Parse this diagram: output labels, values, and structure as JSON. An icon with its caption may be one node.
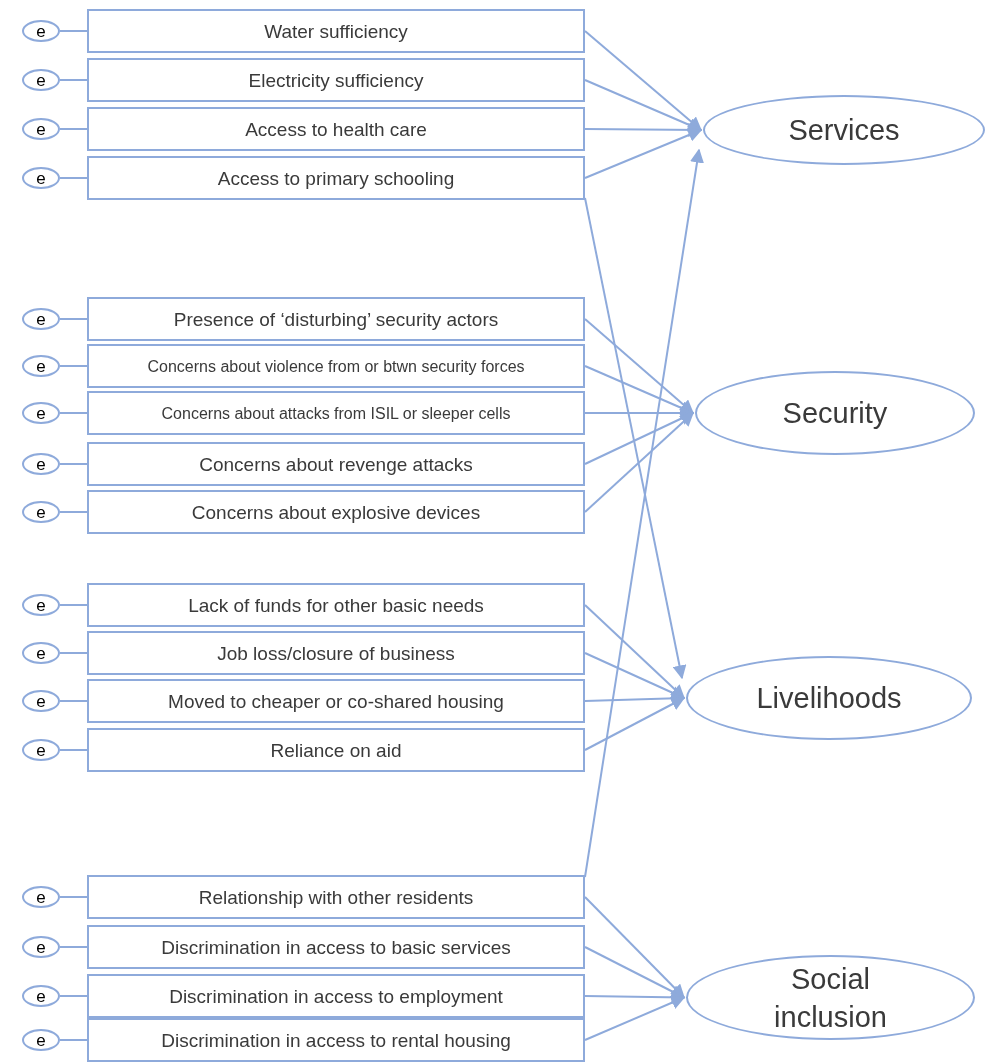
{
  "diagram": {
    "nodes": [
      {
        "text": [
          "Water sufficiency"
        ]
      },
      {
        "text": [
          "Electricity sufficiency"
        ]
      },
      {
        "text": [
          "Access to health care"
        ]
      },
      {
        "text": [
          "Access to primary schooling"
        ]
      },
      {
        "text": [
          "Presence of ‘disturbing’ security actors"
        ]
      },
      {
        "text": [
          "Concerns about violence from or btwn security forces"
        ]
      },
      {
        "text": [
          "Concerns about attacks from ISIL or sleeper cells"
        ]
      },
      {
        "text": [
          "Concerns about revenge attacks"
        ]
      },
      {
        "text": [
          "Concerns about explosive devices"
        ]
      },
      {
        "text": [
          "Lack of funds for other basic needs"
        ]
      },
      {
        "text": [
          "Job loss/closure of business"
        ]
      },
      {
        "text": [
          "Moved to cheaper or co-shared housing"
        ]
      },
      {
        "text": [
          "Reliance on aid"
        ]
      },
      {
        "text": [
          "Relationship with other residents"
        ]
      },
      {
        "text": [
          "Discrimination in access to basic services"
        ]
      },
      {
        "text": [
          "Discrimination in access to employment"
        ]
      },
      {
        "text": [
          "Discrimination in access to rental housing"
        ]
      },
      {
        "text": [
          "e"
        ]
      },
      {
        "text": [
          "e"
        ]
      },
      {
        "text": [
          "e"
        ]
      },
      {
        "text": [
          "e"
        ]
      },
      {
        "text": [
          "e"
        ]
      },
      {
        "text": [
          "e"
        ]
      },
      {
        "text": [
          "e"
        ]
      },
      {
        "text": [
          "e"
        ]
      },
      {
        "text": [
          "e"
        ]
      },
      {
        "text": [
          "e"
        ]
      },
      {
        "text": [
          "e"
        ]
      },
      {
        "text": [
          "e"
        ]
      },
      {
        "text": [
          "e"
        ]
      },
      {
        "text": [
          "e"
        ]
      },
      {
        "text": [
          "e"
        ]
      },
      {
        "text": [
          "e"
        ]
      },
      {
        "text": [
          "e"
        ]
      },
      {
        "text": [
          "Services"
        ]
      },
      {
        "text": [
          "Security"
        ]
      },
      {
        "text": [
          "Livelihoods"
        ]
      },
      {
        "text": [
          "Social inclusion"
        ]
      }
    ],
    "edges": [
      {
        "from": 17,
        "to": 0,
        "arrow": "none"
      },
      {
        "from": 18,
        "to": 1,
        "arrow": "none"
      },
      {
        "from": 19,
        "to": 2,
        "arrow": "none"
      },
      {
        "from": 20,
        "to": 3,
        "arrow": "none"
      },
      {
        "from": 21,
        "to": 4,
        "arrow": "none"
      },
      {
        "from": 22,
        "to": 5,
        "arrow": "none"
      },
      {
        "from": 23,
        "to": 6,
        "arrow": "none"
      },
      {
        "from": 24,
        "to": 7,
        "arrow": "none"
      },
      {
        "from": 25,
        "to": 8,
        "arrow": "none"
      },
      {
        "from": 26,
        "to": 9,
        "arrow": "none"
      },
      {
        "from": 27,
        "to": 10,
        "arrow": "none"
      },
      {
        "from": 28,
        "to": 11,
        "arrow": "none"
      },
      {
        "from": 29,
        "to": 12,
        "arrow": "none"
      },
      {
        "from": 30,
        "to": 13,
        "arrow": "none"
      },
      {
        "from": 31,
        "to": 14,
        "arrow": "none"
      },
      {
        "from": 32,
        "to": 15,
        "arrow": "none"
      },
      {
        "from": 33,
        "to": 16,
        "arrow": "none"
      },
      {
        "from": 0,
        "to": 34,
        "arrow": "to"
      },
      {
        "from": 1,
        "to": 34,
        "arrow": "to"
      },
      {
        "from": 2,
        "to": 34,
        "arrow": "to"
      },
      {
        "from": 3,
        "to": 34,
        "arrow": "to"
      },
      {
        "from": 3,
        "to": 36,
        "arrow": "to"
      },
      {
        "from": 4,
        "to": 35,
        "arrow": "to"
      },
      {
        "from": 5,
        "to": 35,
        "arrow": "to"
      },
      {
        "from": 6,
        "to": 35,
        "arrow": "to"
      },
      {
        "from": 7,
        "to": 35,
        "arrow": "to"
      },
      {
        "from": 8,
        "to": 35,
        "arrow": "to"
      },
      {
        "from": 9,
        "to": 36,
        "arrow": "to"
      },
      {
        "from": 10,
        "to": 36,
        "arrow": "to"
      },
      {
        "from": 11,
        "to": 36,
        "arrow": "to"
      },
      {
        "from": 12,
        "to": 36,
        "arrow": "to"
      },
      {
        "from": 13,
        "to": 34,
        "arrow": "to"
      },
      {
        "from": 13,
        "to": 37,
        "arrow": "to"
      },
      {
        "from": 14,
        "to": 37,
        "arrow": "to"
      },
      {
        "from": 15,
        "to": 37,
        "arrow": "to"
      },
      {
        "from": 16,
        "to": 37,
        "arrow": "to"
      }
    ]
  }
}
